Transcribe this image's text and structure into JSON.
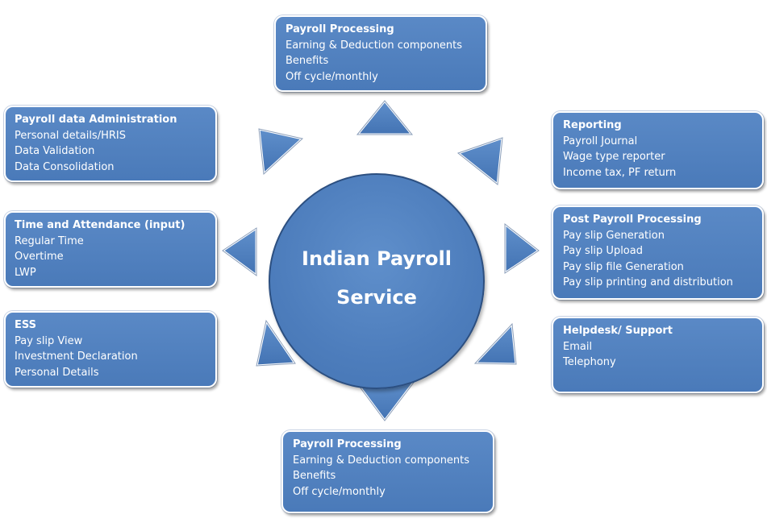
{
  "center": {
    "line1": "Indian Payroll",
    "line2": "Service"
  },
  "boxes": {
    "top": {
      "title": "Payroll Processing",
      "items": [
        "Earning  & Deduction components",
        "Benefits",
        "Off cycle/monthly"
      ]
    },
    "admin": {
      "title": "Payroll data Administration",
      "items": [
        "Personal details/HRIS",
        "Data Validation",
        "Data Consolidation"
      ]
    },
    "time": {
      "title": "Time and Attendance (input)",
      "items": [
        "Regular Time",
        "Overtime",
        "LWP"
      ]
    },
    "ess": {
      "title": "ESS",
      "items": [
        "Pay slip View",
        "Investment Declaration",
        "Personal Details"
      ]
    },
    "reporting": {
      "title": "Reporting",
      "items": [
        "Payroll Journal",
        "Wage type reporter",
        "Income tax, PF return"
      ]
    },
    "post": {
      "title": "Post Payroll Processing",
      "items": [
        "Pay slip Generation",
        "Pay slip Upload",
        "Pay slip file Generation",
        "Pay slip printing and distribution"
      ]
    },
    "helpdesk": {
      "title": "Helpdesk/ Support",
      "items": [
        "Email",
        "Telephony"
      ]
    },
    "bottom": {
      "title": "Payroll Processing",
      "items": [
        "Earning  & Deduction components",
        "Benefits",
        "Off cycle/monthly"
      ]
    }
  },
  "colors": {
    "box_fill": "#4f7fbe",
    "box_border": "#ffffff",
    "arrow_fill": "#4f7fbe",
    "arrow_stroke": "#2c4f80",
    "text": "#ffffff"
  }
}
